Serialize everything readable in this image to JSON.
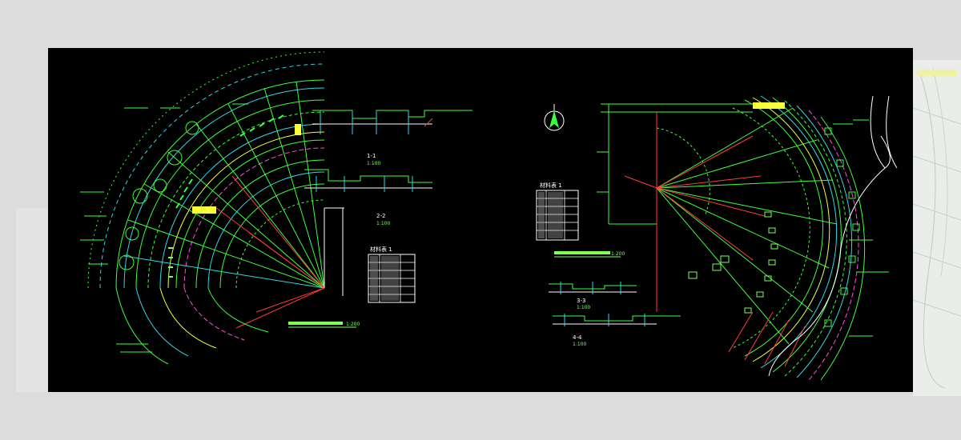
{
  "drawing": {
    "background": "#000000",
    "frame_background": "#dcdcdc",
    "line_colors": {
      "green": "#3cff3c",
      "yellow": "#f5ff3a",
      "cyan": "#2fd8e6",
      "red": "#ff3b3b",
      "white": "#ffffff",
      "magenta": "#ff4fd8"
    },
    "left_plan": {
      "section_1_label": "1-1",
      "section_1_scale": "1:100",
      "section_2_label": "2-2",
      "section_2_scale": "1:100",
      "legend_title": "材料表 1",
      "plan_title": "1:200"
    },
    "right_plan": {
      "north_icon": "north-arrow-icon",
      "legend_title": "材料表 1",
      "plan_title": "1:200",
      "section_3_label": "3-3",
      "section_3_scale": "1:100",
      "section_4_label": "4-4",
      "section_4_scale": "1:100"
    }
  }
}
